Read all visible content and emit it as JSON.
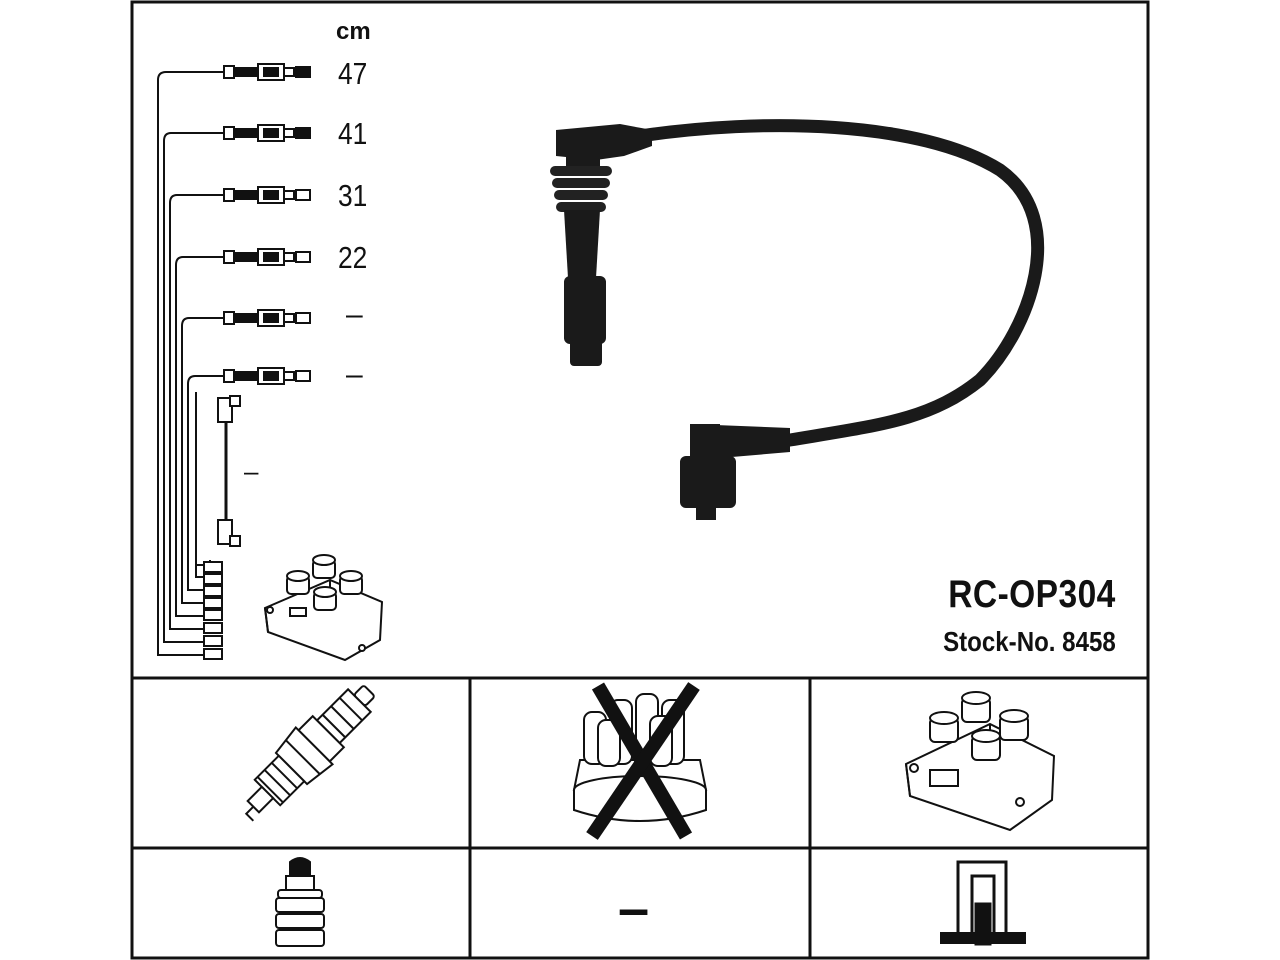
{
  "unit": "cm",
  "lead_lengths": [
    "47",
    "41",
    "31",
    "22",
    "–",
    "–"
  ],
  "extra_lead_dash": "–",
  "product": {
    "code": "RC-OP304",
    "stock_label": "Stock-No. 8458"
  },
  "cells": [
    {
      "id": "spark-plug",
      "icon": "spark-plug-icon"
    },
    {
      "id": "distributor-cap",
      "icon": "distributor-cap-crossed-icon"
    },
    {
      "id": "ignition-coil",
      "icon": "ignition-coil-icon"
    },
    {
      "id": "plug-connector",
      "icon": "plug-connector-icon"
    },
    {
      "id": "distributor-connector",
      "icon": "dash-icon",
      "text": "–"
    },
    {
      "id": "coil-connector",
      "icon": "coil-terminal-icon"
    }
  ],
  "colors": {
    "line": "#111111",
    "background": "#ffffff"
  }
}
